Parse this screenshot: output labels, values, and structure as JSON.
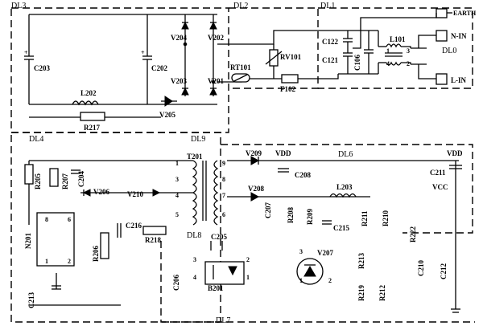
{
  "blocks": {
    "dl0": "DL0",
    "dl1": "DL1",
    "dl2": "DL2",
    "dl3": "DL3",
    "dl4": "DL4",
    "dl6": "DL6",
    "dl7": "DL7",
    "dl8": "DL8",
    "dl9": "DL9"
  },
  "connectors": {
    "earth": "EARTH",
    "n_in": "N-IN",
    "l_in": "L-IN"
  },
  "rails": {
    "vdd_left": "VDD",
    "vdd_right": "VDD",
    "vcc": "VCC"
  },
  "components": {
    "c122": "C122",
    "c121": "C121",
    "c106": "C106",
    "l101": "L101",
    "rv101": "RV101",
    "rt101": "RT101",
    "f102": "F102",
    "v204": "V204",
    "v202": "V202",
    "v203": "V203",
    "v201": "V201",
    "v205": "V205",
    "c203": "C203",
    "c202": "C202",
    "l202": "L202",
    "r217": "R217",
    "t201": "T201",
    "r205": "R205",
    "r207": "R207",
    "c204": "C204",
    "v206": "V206",
    "v210": "V210",
    "c216": "C216",
    "r218": "R218",
    "n201": "N201",
    "r206": "R206",
    "c213": "C213",
    "v209": "V209",
    "v208": "V208",
    "c208": "C208",
    "c207": "C207",
    "c205": "C205",
    "r208": "R208",
    "r209": "R209",
    "c215": "C215",
    "r211": "R211",
    "r210": "R210",
    "l203": "L203",
    "r222": "R222",
    "c211": "C211",
    "c210": "C210",
    "c212": "C212",
    "v207": "V207",
    "r213": "R213",
    "r219": "R219",
    "r212": "R212",
    "c206": "C206",
    "b201": "B201"
  },
  "pins": {
    "p1": "1",
    "p2": "2",
    "p3": "3",
    "p4": "4",
    "p5": "5",
    "p6": "6",
    "p7": "7",
    "p8": "8",
    "p9": "9",
    "plus": "+"
  }
}
